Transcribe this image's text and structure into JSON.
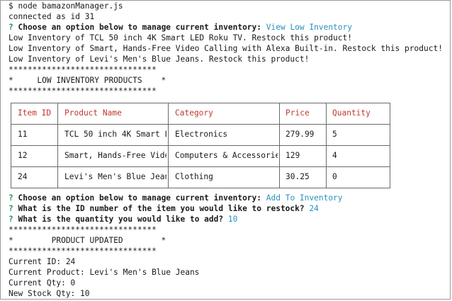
{
  "lines": {
    "cmd": "$ node bamazonManager.js",
    "connected": "connected as id 31",
    "prompt_mark": "?",
    "prompt1_q": "Choose an option below to manage current inventory:",
    "prompt1_a": "View Low Inventory",
    "low1": "Low Inventory of TCL 50 inch 4K Smart LED Roku TV. Restock this product!",
    "low2": "Low Inventory of Smart, Hands-Free Video Calling with Alexa Built-in. Restock this product!",
    "low3": "Low Inventory of Levi's Men's Blue Jeans. Restock this product!",
    "stars": "*******************************",
    "banner1": "*     LOW INVENTORY PRODUCTS    *",
    "prompt2_q": "Choose an option below to manage current inventory:",
    "prompt2_a": "Add To Inventory",
    "prompt3_q": "What is the ID number of the item you would like to restock?",
    "prompt3_a": "24",
    "prompt4_q": "What is the quantity you would like to add?",
    "prompt4_a": "10",
    "banner2": "*        PRODUCT UPDATED        *",
    "cur_id": "Current ID: 24",
    "cur_product": "Current Product: Levi's Men's Blue Jeans",
    "cur_qty": "Current Qty: 0",
    "new_qty": "New Stock Qty: 10"
  },
  "table": {
    "headers": [
      "Item ID",
      "Product Name",
      "Category",
      "Price",
      "Quantity"
    ],
    "rows": [
      [
        "11",
        "TCL 50 inch 4K Smart L…",
        "Electronics",
        "279.99",
        "5"
      ],
      [
        "12",
        "Smart, Hands-Free Vide…",
        "Computers & Accessories",
        "129",
        "4"
      ],
      [
        "24",
        "Levi's Men's Blue Jeans",
        "Clothing",
        "30.25",
        "0"
      ]
    ]
  },
  "colors": {
    "prompt_mark": "#2e8b57",
    "answer": "#2a8fbd",
    "table_header": "#c0392b"
  }
}
